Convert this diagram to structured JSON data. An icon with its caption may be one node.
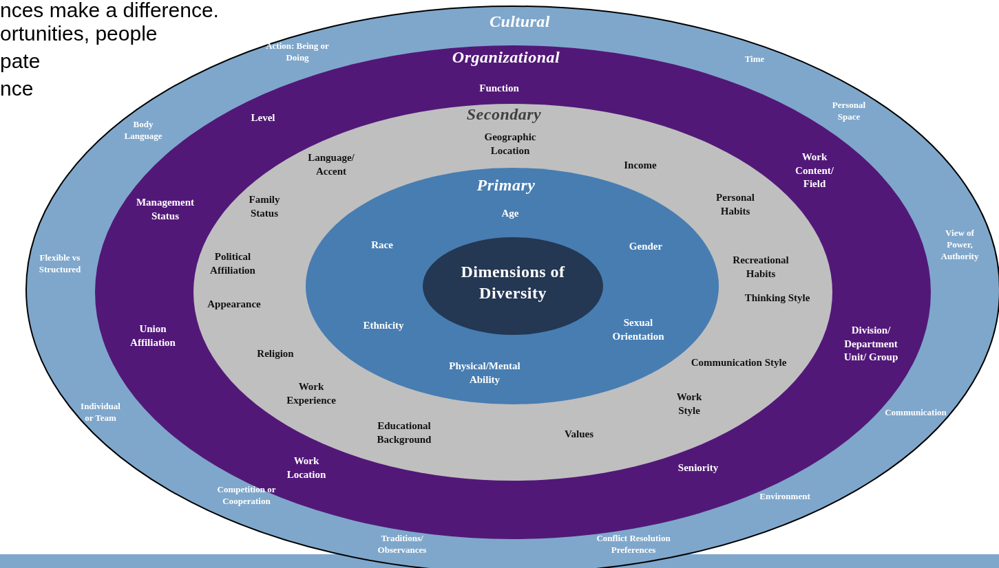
{
  "diagram": {
    "nodes": [
      {
        "text": [
          "Cultural",
          "Action: Being or Doing",
          "Time",
          "Personal Space",
          "Body Language",
          "View of Power, Authority",
          "Flexible vs Structured",
          "Individual or Team",
          "Communication",
          "Competition or Cooperation",
          "Environment",
          "Traditions/ Observances",
          "Conflict Resolution Preferences"
        ]
      },
      {
        "text": [
          "Organizational",
          "Function",
          "Level",
          "Work Content/ Field",
          "Management Status",
          "Union Affiliation",
          "Division/ Department Unit/ Group",
          "Work Location",
          "Seniority"
        ],
        "in": 0
      },
      {
        "text": [
          "Secondary",
          "Geographic Location",
          "Language/ Accent",
          "Income",
          "Family Status",
          "Personal Habits",
          "Political Affiliation",
          "Recreational Habits",
          "Thinking Style",
          "Appearance",
          "Religion",
          "Communication Style",
          "Work Experience",
          "Work Style",
          "Educational Background",
          "Values"
        ],
        "in": 1
      },
      {
        "text": [
          "Primary",
          "Age",
          "Race",
          "Gender",
          "Ethnicity",
          "Sexual Orientation",
          "Physical/Mental Ability"
        ],
        "in": 2
      },
      {
        "text": [
          "Dimensions of Diversity"
        ],
        "in": 3
      }
    ],
    "labels": [
      "nces make a difference.",
      "ortunities, people",
      "pate",
      "nce"
    ]
  }
}
